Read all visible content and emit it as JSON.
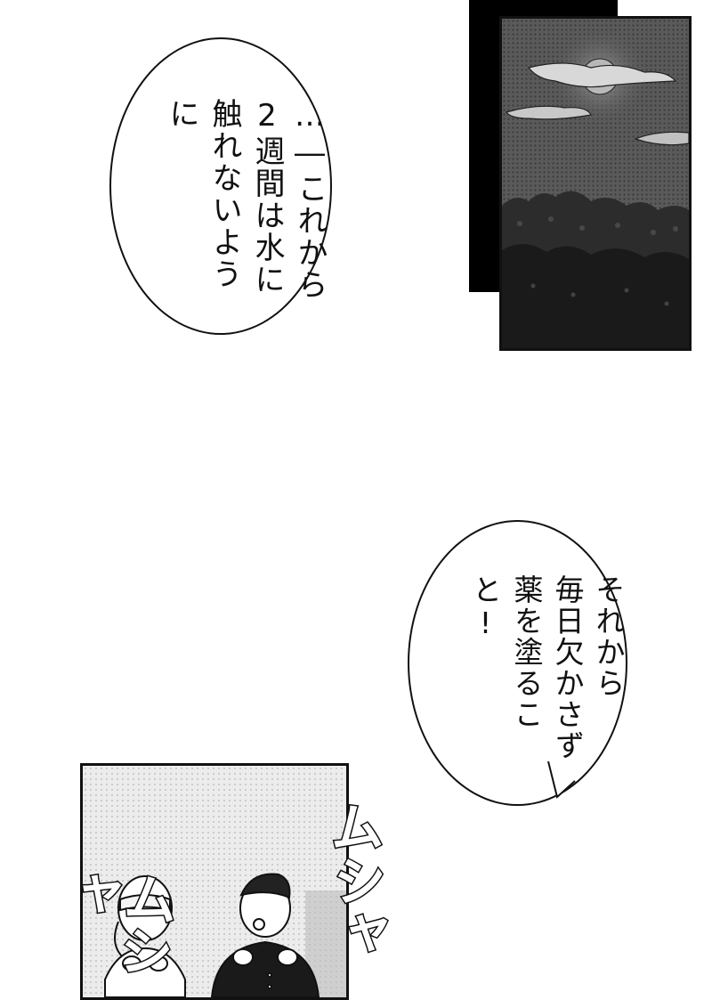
{
  "bubbles": [
    {
      "lines": [
        "…―これから",
        "2週間は水に",
        "触れないように"
      ]
    },
    {
      "lines": [
        "それから",
        "毎日欠かさず",
        "薬を塗ること!"
      ]
    }
  ],
  "sfx": [
    "ムシャ",
    "ムシャ"
  ],
  "colors": {
    "ink": "#111111",
    "paper": "#ffffff",
    "screentone_dark": "#4a4a4a",
    "screentone_light": "#ececec"
  }
}
